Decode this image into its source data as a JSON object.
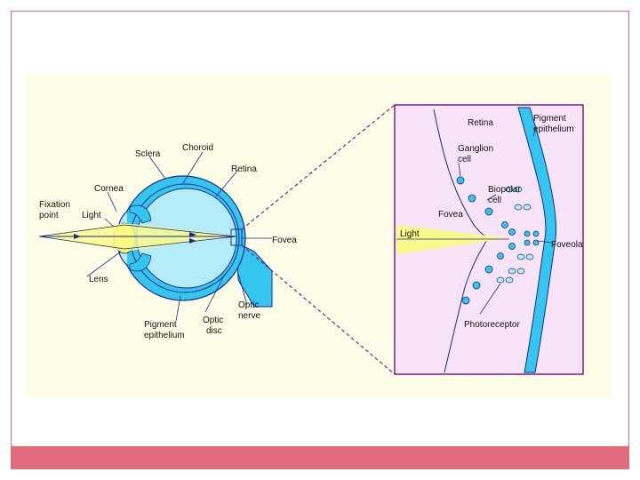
{
  "colors": {
    "background_panel": "#fefee8",
    "eye_fill": "#35c6f0",
    "eye_inner": "#b5ecf9",
    "inset_fill": "#f8e4f8",
    "outline": "#1b2a8a",
    "light_beam": "#fafa8c",
    "lens": "#ffff55",
    "border_pink": "#e06a86",
    "bottom_bar": "#e26b7b",
    "connector": "#7a1f8c"
  },
  "labels": {
    "fixation_point": "Fixation\npoint",
    "light_left": "Light",
    "cornea": "Cornea",
    "sclera": "Sclera",
    "choroid": "Choroid",
    "retina_eye": "Retina",
    "fovea_eye": "Fovea",
    "lens": "Lens",
    "pigment_epithelium_eye": "Pigment\nepithelium",
    "optic_disc": "Optic\ndisc",
    "optic_nerve": "Optic\nnerve",
    "retina_inset": "Retina",
    "pigment_epithelium_inset": "Pigment\nepithelium",
    "ganglion_cell": "Ganglion\ncell",
    "bipolar_cell": "Biopolar\ncell",
    "fovea_inset": "Fovea",
    "light_inset": "Light",
    "foveola": "Foveola",
    "photoreceptor": "Photoreceptor"
  }
}
